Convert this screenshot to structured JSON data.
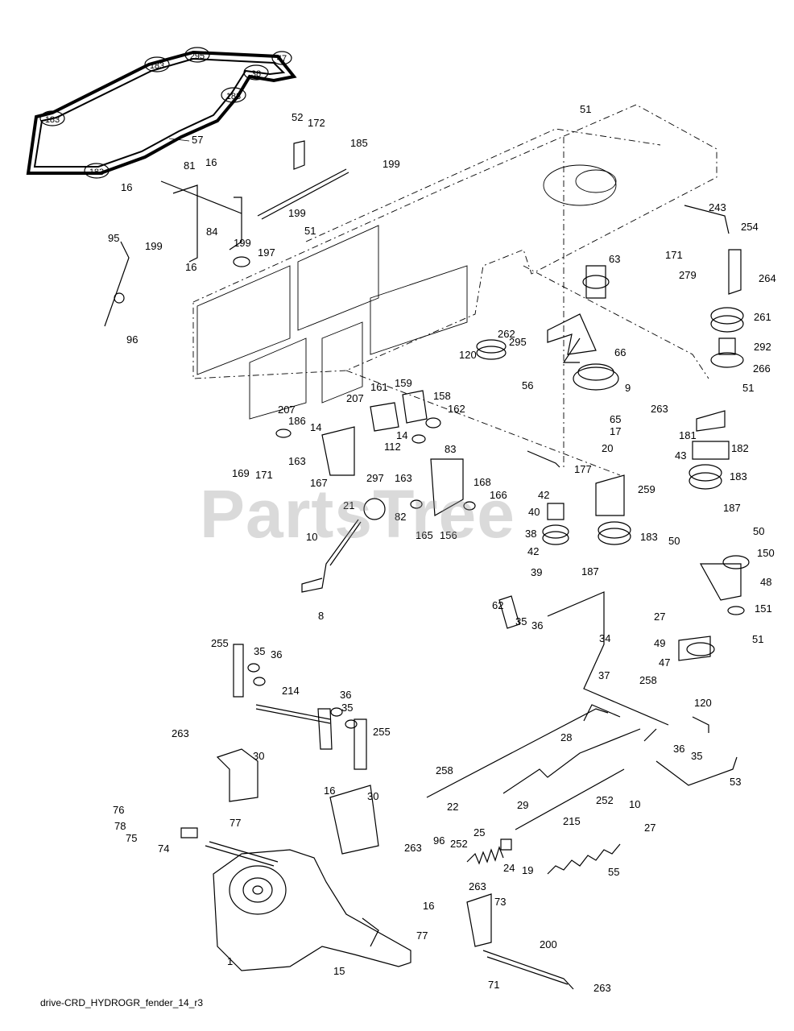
{
  "watermark": "PartsTree",
  "footer": "drive-CRD_HYDROGR_fender_14_r3",
  "belt_pulley_labels": [
    "183",
    "295",
    "38",
    "47",
    "183",
    "183",
    "183"
  ],
  "callouts": {
    "c57": "57",
    "c52": "52",
    "c172": "172",
    "c185": "185",
    "c199a": "199",
    "c81": "81",
    "c16a": "16",
    "c16b": "16",
    "c199b": "199",
    "c51a": "51",
    "c84": "84",
    "c199c": "199",
    "c199d": "199",
    "c95": "95",
    "c197": "197",
    "c16c": "16",
    "c96a": "96",
    "c51b": "51",
    "c63": "63",
    "c243": "243",
    "c254": "254",
    "c171a": "171",
    "c279": "279",
    "c264": "264",
    "c261": "261",
    "c262": "262",
    "c66": "66",
    "c292": "292",
    "c295": "295",
    "c120a": "120",
    "c266": "266",
    "c56": "56",
    "c9": "9",
    "c51c": "51",
    "c161": "161",
    "c159": "159",
    "c158": "158",
    "c207a": "207",
    "c207b": "207",
    "c162": "162",
    "c263a": "263",
    "c65": "65",
    "c17": "17",
    "c181": "181",
    "c186": "186",
    "c14a": "14",
    "c112": "112",
    "c14b": "14",
    "c182": "182",
    "c20": "20",
    "c83": "83",
    "c163a": "163",
    "c169": "169",
    "c171b": "171",
    "c167": "167",
    "c297": "297",
    "c163b": "163",
    "c177": "177",
    "c43": "43",
    "c183a": "183",
    "c168": "168",
    "c166": "166",
    "c42a": "42",
    "c259": "259",
    "c21": "21",
    "c82": "82",
    "c165": "165",
    "c156": "156",
    "c40": "40",
    "c187a": "187",
    "c10a": "10",
    "c38": "38",
    "c183b": "183",
    "c42b": "42",
    "c50a": "50",
    "c50b": "50",
    "c150": "150",
    "c39": "39",
    "c187b": "187",
    "c48": "48",
    "c8": "8",
    "c62": "62",
    "c35a": "35",
    "c36a": "36",
    "c27a": "27",
    "c151": "151",
    "c34": "34",
    "c49": "49",
    "c51d": "51",
    "c255a": "255",
    "c35b": "35",
    "c36b": "36",
    "c47": "47",
    "c37": "37",
    "c214": "214",
    "c258a": "258",
    "c120b": "120",
    "c36c": "36",
    "c35c": "35",
    "c263b": "263",
    "c30a": "30",
    "c255b": "255",
    "c28": "28",
    "c36d": "36",
    "c35d": "35",
    "c258b": "258",
    "c53": "53",
    "c16d": "16",
    "c30b": "30",
    "c22": "22",
    "c29": "29",
    "c252a": "252",
    "c10b": "10",
    "c76": "76",
    "c77a": "77",
    "c215": "215",
    "c27b": "27",
    "c78": "78",
    "c75": "75",
    "c263c": "263",
    "c74": "74",
    "c96b": "96",
    "c25": "25",
    "c252b": "252",
    "c24": "24",
    "c19": "19",
    "c55": "55",
    "c263d": "263",
    "c73": "73",
    "c16e": "16",
    "c77b": "77",
    "c200": "200",
    "c1": "1",
    "c15": "15",
    "c71": "71",
    "c263e": "263"
  }
}
